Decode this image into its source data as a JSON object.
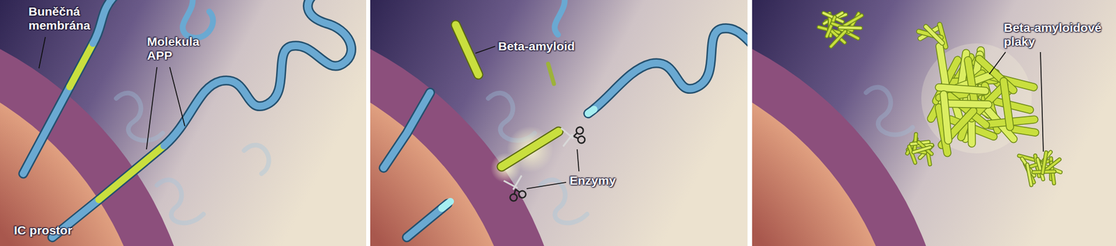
{
  "diagram": {
    "labels": [
      "Buněčná membrána",
      "Molekula APP",
      "IC prostor",
      "Beta-amyloid",
      "Enzymy",
      "Beta-amyloidové plaky"
    ]
  }
}
